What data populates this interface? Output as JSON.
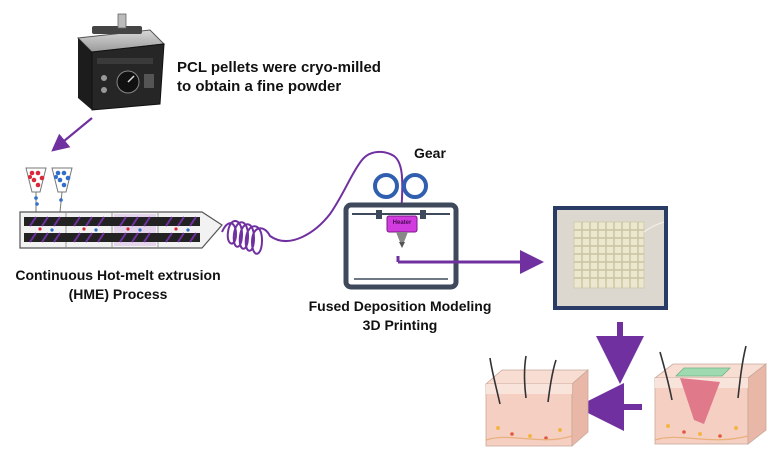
{
  "labels": {
    "cryo_milling": [
      "PCL pellets were cryo-milled",
      "to obtain a fine powder"
    ],
    "hme": [
      "Continuous Hot-melt extrusion",
      "(HME) Process"
    ],
    "gear": "Gear",
    "heater": "Heater",
    "fdm": [
      "Fused Deposition Modeling",
      "3D Printing"
    ]
  },
  "colors": {
    "arrow": "#7030a0",
    "filament": "#7030a0",
    "printer_frame": "#3e4a5c",
    "gear": "#2f5fae",
    "heater": "#d23be0",
    "pellet_red": "#d9283a",
    "pellet_blue": "#2f6ec9",
    "scaffold": "#e9e6cf",
    "skin_pink": "#f6cfc3",
    "wound": "#e07a8a",
    "dressing": "#9fd9b0"
  },
  "icons": [
    "cryo-mill-machine-icon",
    "twin-screw-extruder-icon",
    "pellet-hopper-icon",
    "drive-gear-icon",
    "printer-nozzle-icon",
    "printed-scaffold-photo",
    "wounded-skin-icon",
    "healed-skin-icon"
  ]
}
